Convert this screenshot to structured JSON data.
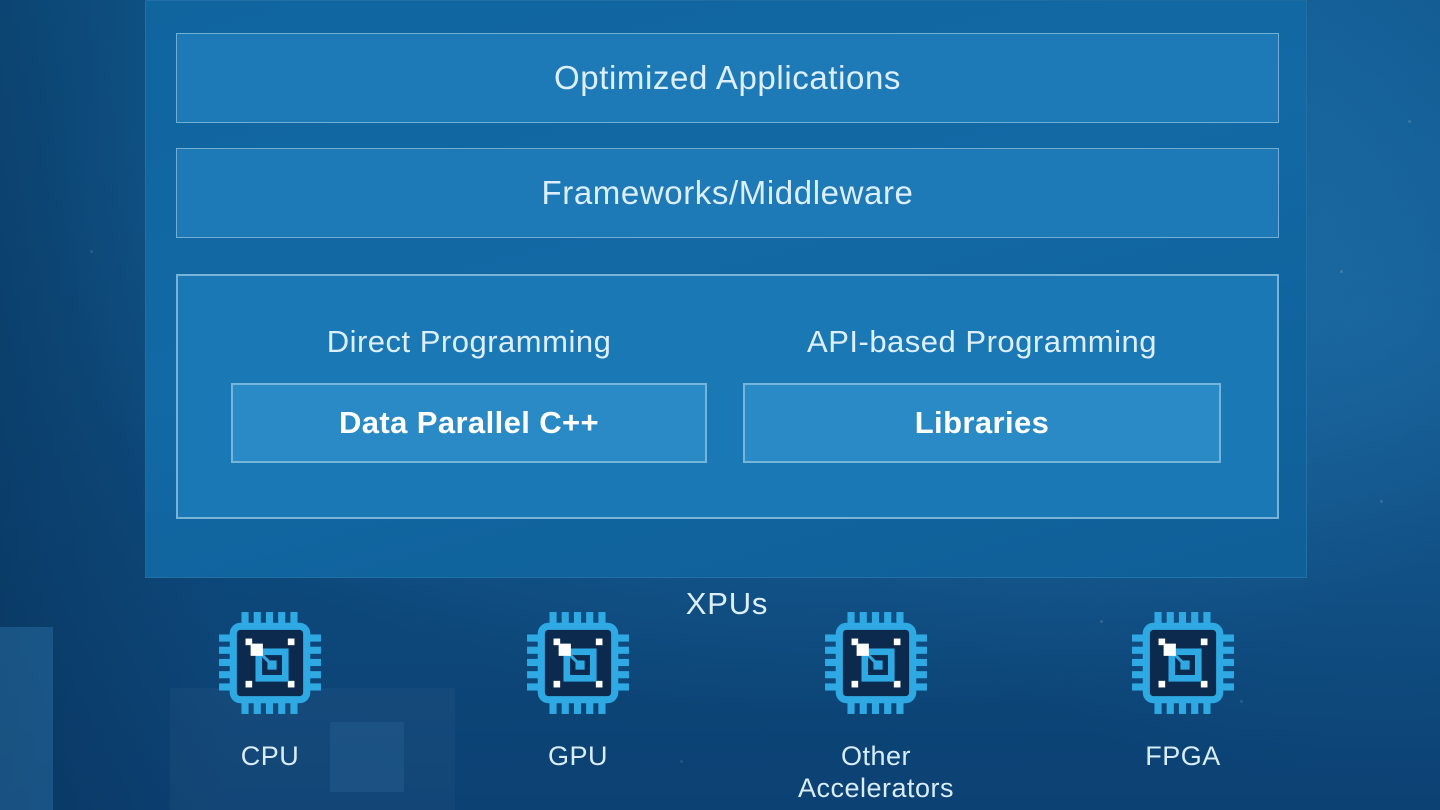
{
  "stack": {
    "layers": [
      {
        "label": "Optimized Applications"
      },
      {
        "label": "Frameworks/Middleware"
      }
    ],
    "programming": {
      "direct": {
        "heading": "Direct Programming",
        "box_label": "Data Parallel C++"
      },
      "api": {
        "heading": "API-based Programming",
        "box_label": "Libraries"
      }
    }
  },
  "xpus": {
    "title": "XPUs",
    "items": [
      {
        "label": "CPU"
      },
      {
        "label": "GPU"
      },
      {
        "label": "Other Accelerators"
      },
      {
        "label": "FPGA"
      }
    ]
  },
  "colors": {
    "background_base": "#0d4a7a",
    "panel": "#1269a4",
    "layer_box": "#1d7ab7",
    "inner_box": "#2a8ac6",
    "chip_blue": "#2fa9e3",
    "chip_core": "#0c2a4e",
    "text_light": "#ddeffc",
    "text_bold": "#ffffff"
  }
}
